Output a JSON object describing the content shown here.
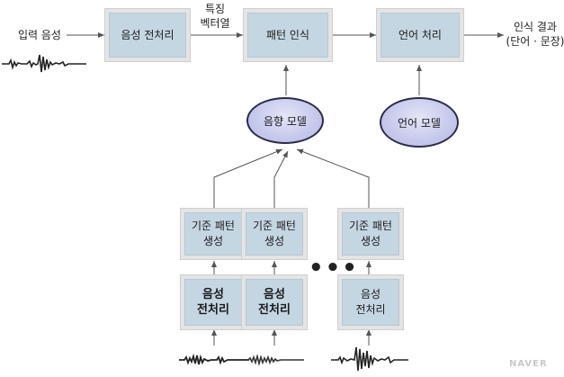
{
  "input_label": "입력 음성",
  "feature_label": "특징\n벡터열",
  "output_label": "인식 결과\n(단어 · 문장)",
  "preprocess_top": "음성 전처리",
  "pattern_recognition": "패턴 인식",
  "language_processing": "언어 처리",
  "acoustic_model": "음향 모델",
  "language_model": "언어 모델",
  "reference_pattern_1": "기준 패턴\n생성",
  "reference_pattern_2": "기준 패턴\n생성",
  "reference_pattern_3": "기준 패턴\n생성",
  "preprocess_1": "음성\n전처리",
  "preprocess_2": "음성\n전처리",
  "preprocess_3": "음성\n전처리",
  "ellipsis": "•••",
  "watermark": "NAVER"
}
